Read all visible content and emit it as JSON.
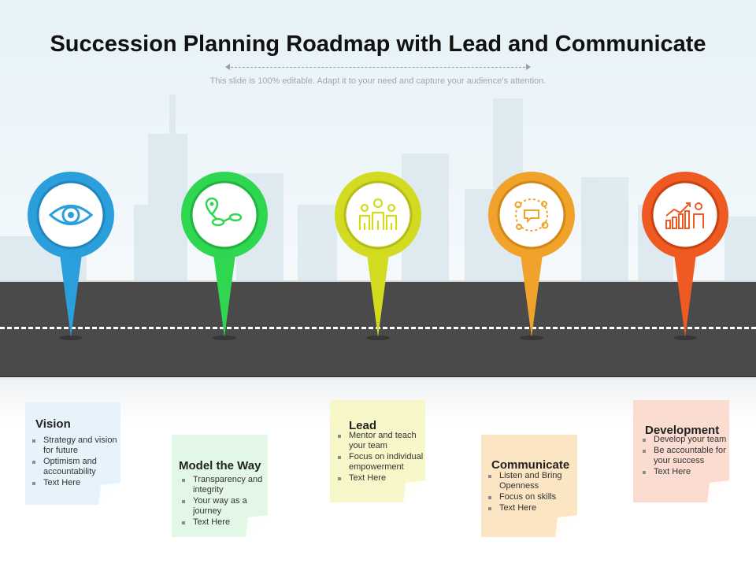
{
  "title": "Succession Planning Roadmap with Lead and Communicate",
  "subtitle": "This slide is 100% editable. Adapt it to your need and capture your audience’s attention.",
  "stages": [
    {
      "name": "Vision",
      "color": "#2b9fdc",
      "icon": "eye-icon",
      "bullets": [
        "Strategy and vision for future",
        "Optimism and accountability",
        "Text Here"
      ]
    },
    {
      "name": "Model the Way",
      "color": "#2fd64f",
      "icon": "route-map-icon",
      "bullets": [
        "Transparency and integrity",
        "Your way as a journey",
        "Text Here"
      ]
    },
    {
      "name": "Lead",
      "color": "#d2da22",
      "icon": "team-people-icon",
      "bullets": [
        "Mentor and teach your team",
        "Focus on individual empowerment",
        "Text Here"
      ]
    },
    {
      "name": "Communicate",
      "color": "#f0a22a",
      "icon": "communication-icon",
      "bullets": [
        "Listen and Bring Openness",
        "Focus on skills",
        "Text Here"
      ]
    },
    {
      "name": "Development",
      "color": "#ef5a22",
      "icon": "growth-chart-icon",
      "bullets": [
        "Develop your team",
        "Be accountable for your success",
        "Text Here"
      ]
    }
  ]
}
